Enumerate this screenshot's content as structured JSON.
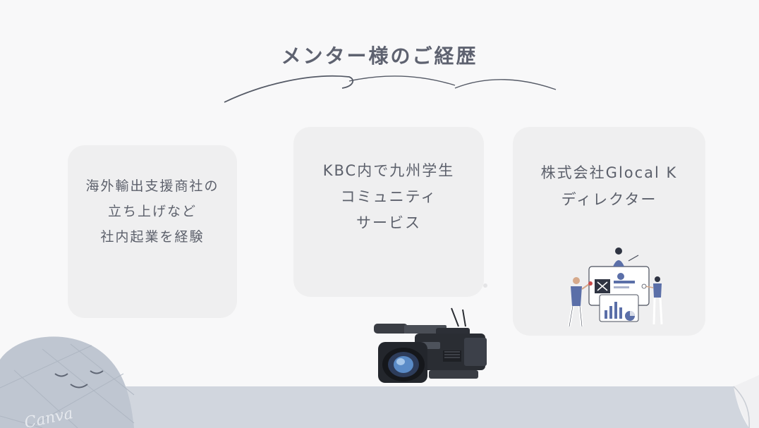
{
  "header": {
    "title": "メンター様のご経歴"
  },
  "cards": [
    {
      "lines": [
        "海外輸出支援商社の",
        "立ち上げなど",
        "社内起業を経験"
      ]
    },
    {
      "lines": [
        "KBC内で九州学生",
        "コミュニティ",
        "サービス"
      ]
    },
    {
      "lines": [
        "株式会社Glocal K",
        "ディレクター"
      ]
    }
  ],
  "decor": {
    "watermark": "Canva",
    "icons": [
      "swoosh-lines",
      "face-blob",
      "video-camera",
      "people-with-charts-illustration",
      "page-curl"
    ]
  },
  "colors": {
    "background": "#f8f8f9",
    "card": "#efeff0",
    "text": "#5c606b",
    "footer": "#d1d6de",
    "accent_blue": "#5b6fa8"
  }
}
